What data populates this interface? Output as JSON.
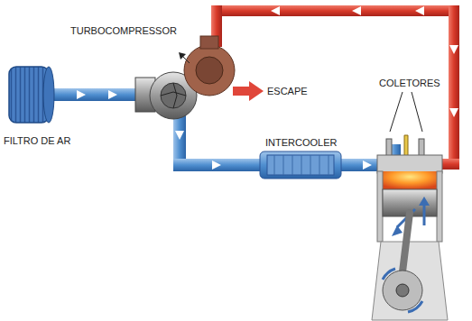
{
  "diagram": {
    "labels": [
      "TURBOCOMPRESSOR",
      "ESCAPE",
      "COLETORES",
      "FILTRO DE AR",
      "INTERCOOLER"
    ]
  }
}
